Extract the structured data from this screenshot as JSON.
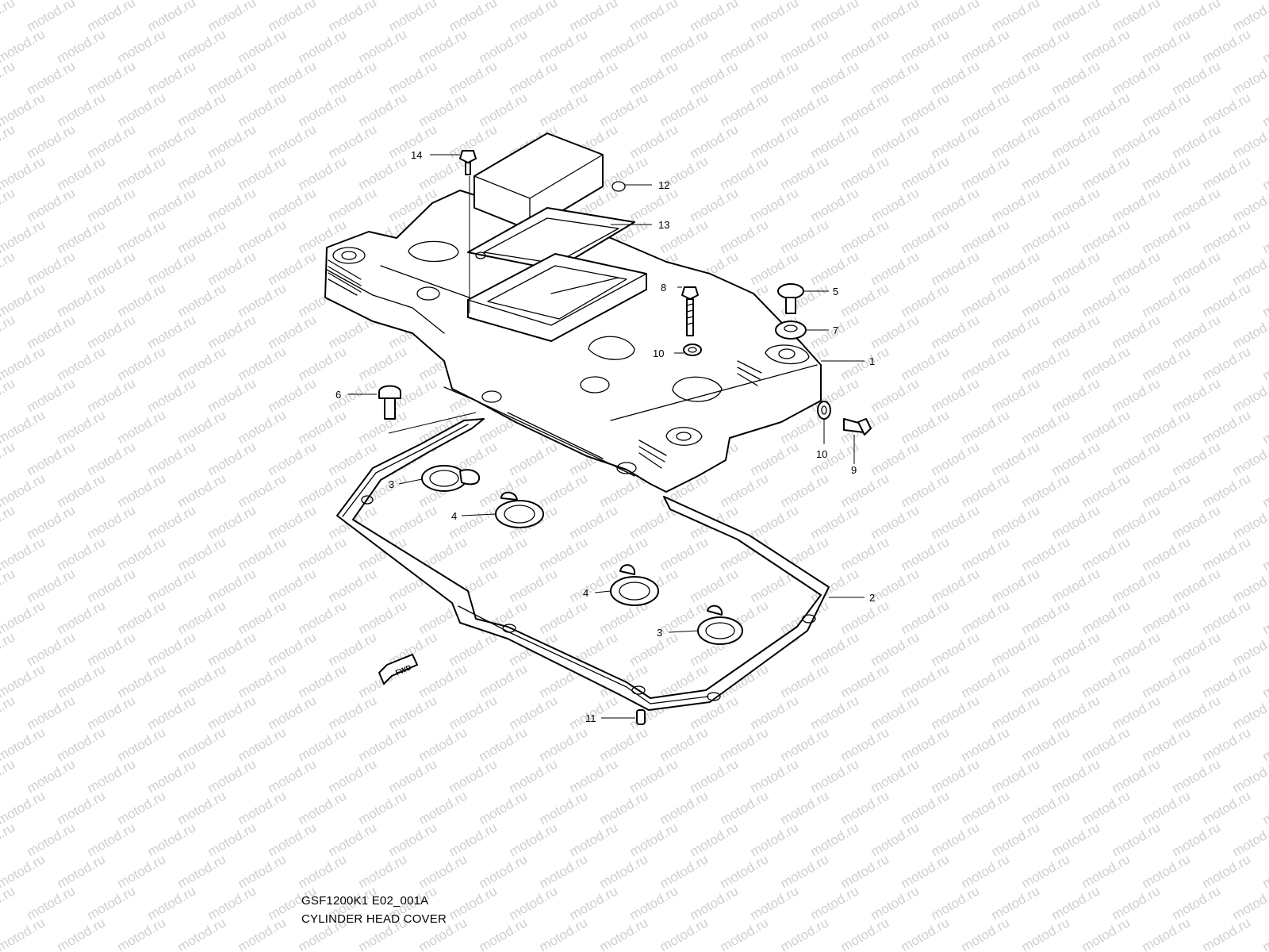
{
  "watermark": "motod.ru",
  "caption": {
    "code": "GSF1200K1 E02_001A",
    "title": "CYLINDER HEAD COVER"
  },
  "direction_marker": "FWD",
  "callouts": {
    "c1": "1",
    "c2": "2",
    "c3a": "3",
    "c3b": "3",
    "c4a": "4",
    "c4b": "4",
    "c5": "5",
    "c6": "6",
    "c7": "7",
    "c8": "8",
    "c9": "9",
    "c10a": "10",
    "c10b": "10",
    "c11": "11",
    "c12": "12",
    "c13": "13",
    "c14": "14"
  }
}
